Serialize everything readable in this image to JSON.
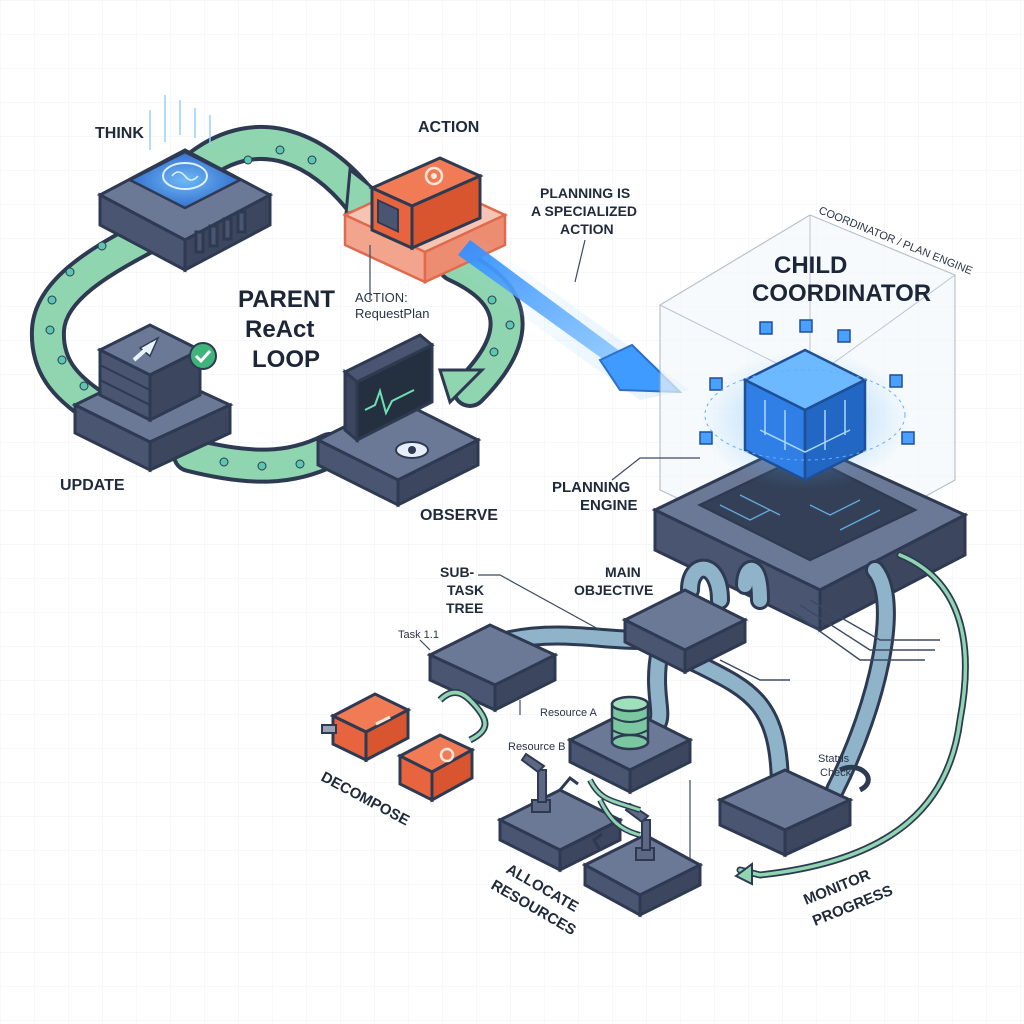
{
  "colors": {
    "loop_tube": "#8fd6b0",
    "tube_outline": "#2e3a52",
    "node_dark": "#4a5571",
    "node_top": "#6b7896",
    "action_orange": "#ef6a45",
    "beam_blue": "#4aa3ff",
    "cube_blue": "#2f7fe6",
    "pipe_blue": "#8fb3c9",
    "db_green": "#7ac7a0"
  },
  "loop": {
    "title": "PARENT ReAct LOOP",
    "title_lines": [
      "PARENT",
      "ReAct",
      "LOOP"
    ],
    "stages": {
      "think": "THINK",
      "action": "ACTION",
      "observe": "OBSERVE",
      "update": "UPDATE"
    },
    "action_callout": [
      "ACTION:",
      "RequestPlan"
    ]
  },
  "planning_note": [
    "PLANNING IS",
    "A SPECIALIZED",
    "ACTION"
  ],
  "coordinator": {
    "title": [
      "CHILD",
      "COORDINATOR"
    ],
    "box_caption": "COORDINATOR / PLAN ENGINE",
    "engine_label": [
      "PLANNING",
      "ENGINE"
    ]
  },
  "tree": {
    "subtask_label": [
      "SUB-",
      "TASK",
      "TREE"
    ],
    "main_objective": [
      "MAIN",
      "OBJECTIVE"
    ],
    "task_1_1": "Task 1.1",
    "resource_a": "Resource A",
    "resource_b": "Resource B",
    "status_check": [
      "Status",
      "Check"
    ]
  },
  "phases": {
    "decompose": "DECOMPOSE",
    "allocate": [
      "ALLOCATE",
      "RESOURCES"
    ],
    "monitor": [
      "MONITOR",
      "PROGRESS"
    ]
  },
  "icons": [
    "brain-chip-icon",
    "gear-icon",
    "eye-icon",
    "waveform-icon",
    "up-arrow-icon",
    "checkmark-icon",
    "database-icon",
    "robot-arm-icon"
  ]
}
